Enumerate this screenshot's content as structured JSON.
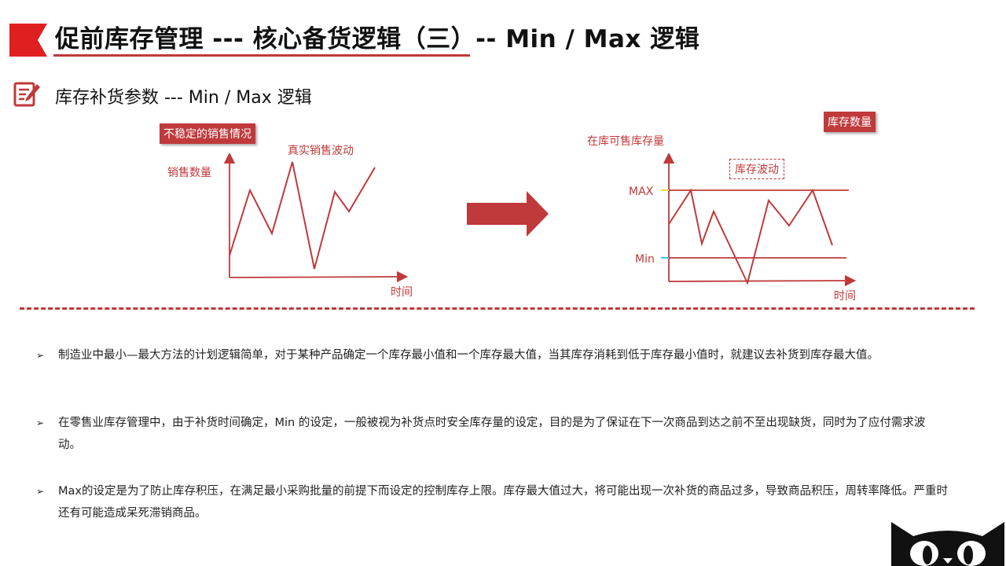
{
  "header": {
    "title": "促前库存管理 --- 核心备货逻辑（三）-- Min / Max 逻辑",
    "subtitle": "库存补货参数 --- Min / Max 逻辑"
  },
  "left_chart": {
    "tag": "不稳定的销售情况",
    "ylabel": "销售数量",
    "xlabel": "时间",
    "annotation": "真实销售波动"
  },
  "right_chart": {
    "tag": "库存数量",
    "ylabel": "在库可售库存量",
    "xlabel": "时间",
    "annotation": "库存波动",
    "max_label": "MAX",
    "min_label": "Min"
  },
  "bullets": [
    "制造业中最小—最大方法的计划逻辑简单，对于某种产品确定一个库存最小值和一个库存最大值，当其库存消耗到低于库存最小值时，就建议去补货到库存最大值。",
    "在零售业库存管理中，由于补货时间确定，Min 的设定，一般被视为补货点时安全库存量的设定，目的是为了保证在下一次商品到达之前不至出现缺货，同时为了应付需求波动。",
    "Max的设定是为了防止库存积压，在满足最小采购批量的前提下而设定的控制库存上限。库存最大值过大，将可能出现一次补货的商品过多，导致商品积压，周转率降低。严重时还有可能造成呆死滞销商品。"
  ],
  "colors": {
    "accent": "#c0393b",
    "text": "#222222"
  }
}
